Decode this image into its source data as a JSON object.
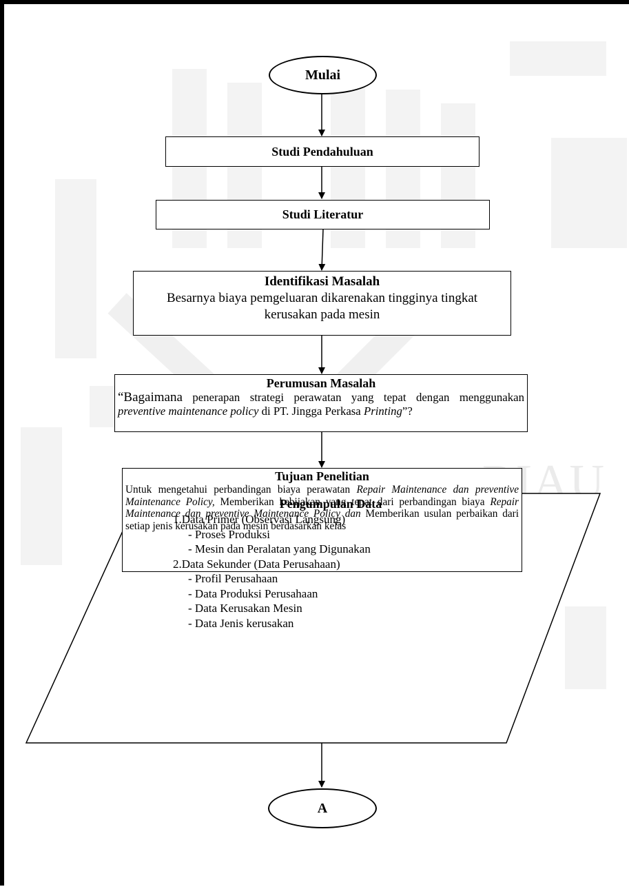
{
  "start": {
    "label": "Mulai"
  },
  "steps": {
    "studi_pendahuluan": "Studi Pendahuluan",
    "studi_literatur": "Studi Literatur",
    "identifikasi": {
      "title": "Identifikasi Masalah",
      "body": "Besarnya biaya pemgeluaran dikarenakan tingginya tingkat kerusakan pada mesin"
    },
    "perumusan": {
      "title": "Perumusan Masalah",
      "body_parts": [
        "“Bagaimana",
        " penerapan strategi perawatan yang tepat dengan menggunakan ",
        "preventive maintenance policy",
        " di PT. Jingga Perkasa ",
        "Printing",
        "”?"
      ]
    },
    "tujuan": {
      "title": "Tujuan Penelitian",
      "body_parts": [
        "Untuk mengetahui perbandingan biaya perawatan ",
        "Repair Maintenance dan preventive Maintenance Policy,",
        " Memberikan kebijakan yang tepat dari perbandingan biaya ",
        "Repair Maintenance dan preventive Maintenance Policy dan",
        " Memberikan usulan perbaikan dari setiap jenis kerusakan pada mesin berdasarkan kelas"
      ]
    },
    "pengumpulan": {
      "title": "Pengumpulan Data",
      "primer": {
        "label": "1.Data Primer (Observasi Langsung)",
        "items": [
          "- Proses Produksi",
          "- Mesin dan Peralatan yang Digunakan"
        ]
      },
      "sekunder": {
        "label": "2.Data Sekunder (Data Perusahaan)",
        "items": [
          "- Profil Perusahaan",
          "- Data Produksi Perusahaan",
          "- Data Kerusakan Mesin",
          "- Data Jenis kerusakan"
        ]
      }
    }
  },
  "connector": {
    "label": "A"
  },
  "watermark": {
    "text": "RIAU"
  }
}
